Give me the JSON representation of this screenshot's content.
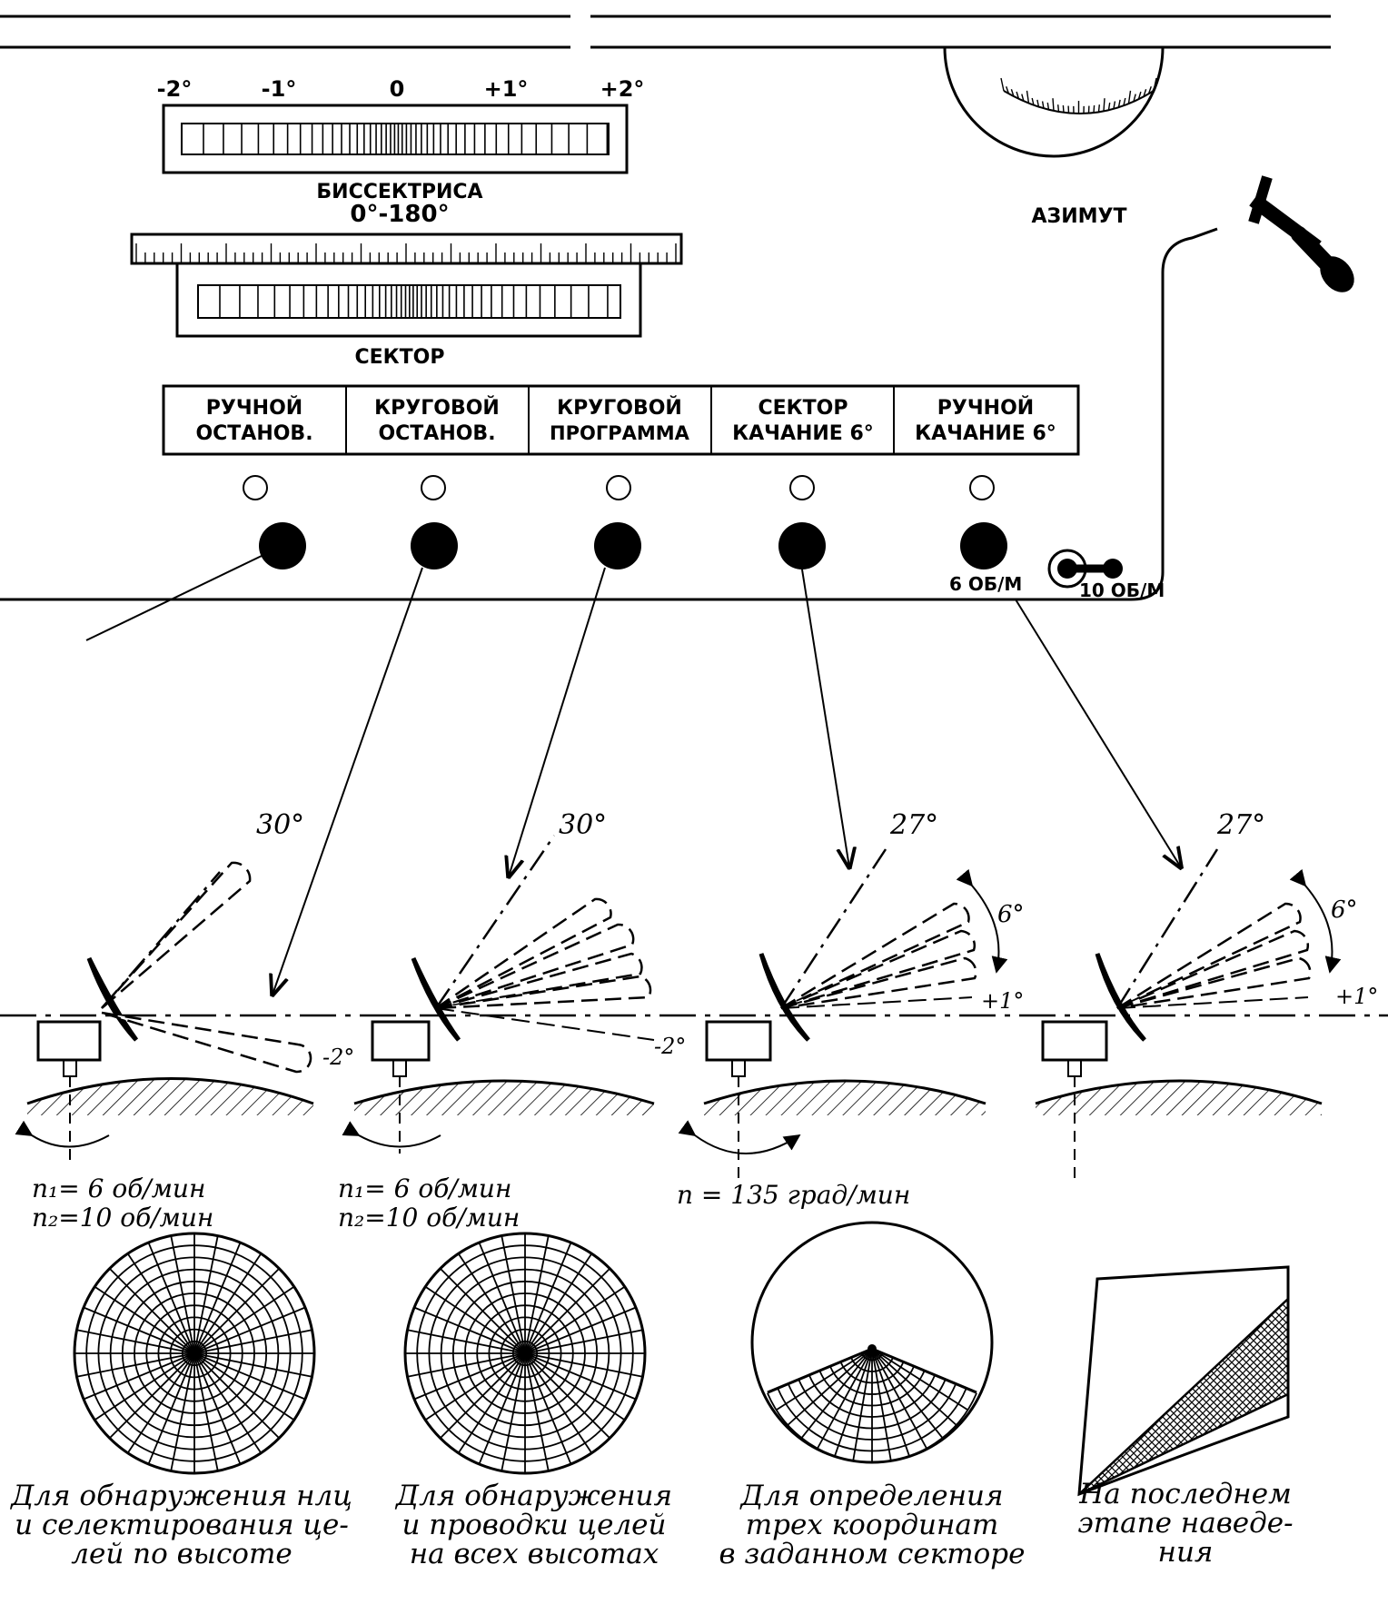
{
  "panel": {
    "bisector_scale": {
      "ticks": [
        "-2°",
        "-1°",
        "0",
        "+1°",
        "+2°"
      ],
      "label": "БИССЕКТРИСА"
    },
    "range_label": "0°-180°",
    "sector_label": "СЕКТОР",
    "azimuth_label": "АЗИМУТ",
    "modes": [
      {
        "line1": "РУЧНОЙ",
        "line2": "ОСТАНОВ."
      },
      {
        "line1": "КРУГОВОЙ",
        "line2": "ОСТАНОВ."
      },
      {
        "line1": "КРУГОВОЙ",
        "line2": "ПРОГРАММА"
      },
      {
        "line1": "СЕКТОР",
        "line2": "КАЧАНИЕ 6°"
      },
      {
        "line1": "РУЧНОЙ",
        "line2": "КАЧАНИЕ 6°"
      }
    ],
    "speed_switch": {
      "left": "6 ОБ/М",
      "right": "10 ОБ/М"
    }
  },
  "scenes": [
    {
      "angle": "30°",
      "low": "-2°",
      "speed1": "n₁= 6 об/мин",
      "speed2": "n₂=10 об/мин",
      "caption": [
        "Для обнаружения нлц",
        "и селектирования це-",
        "лей  по высоте"
      ]
    },
    {
      "angle": "30°",
      "low": "-2°",
      "speed1": "n₁= 6 об/мин",
      "speed2": "n₂=10 об/мин",
      "caption": [
        "Для обнаружения",
        "и проводки целей",
        "на всех высотах"
      ]
    },
    {
      "angle": "27°",
      "swing": "6°",
      "low": "+1°",
      "speed1": "n = 135 град/мин",
      "caption": [
        "Для определения",
        "трех координат",
        "в заданном секторе"
      ]
    },
    {
      "angle": "27°",
      "swing": "6°",
      "low": "+1°",
      "caption": [
        "На последнем",
        "этапе наведе-",
        "ния"
      ]
    }
  ]
}
